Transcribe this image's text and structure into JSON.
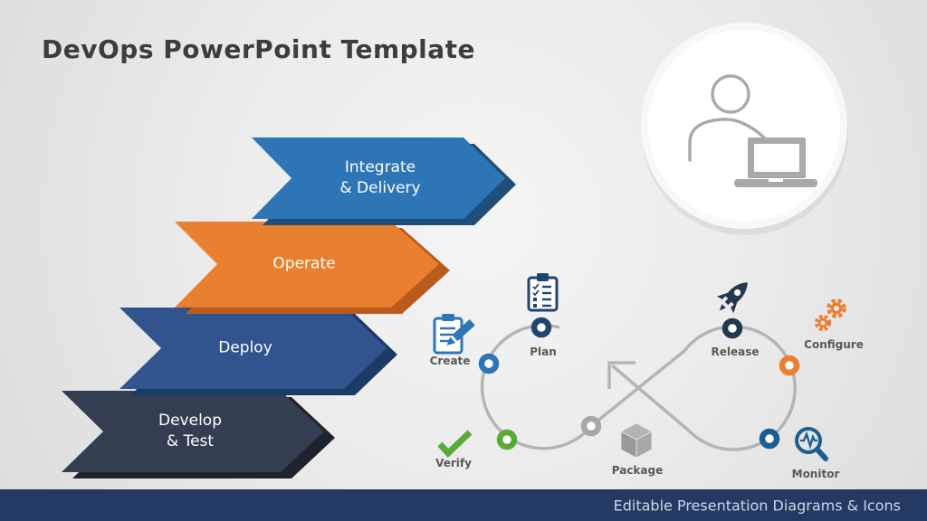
{
  "title": "DevOps PowerPoint Template",
  "footer": {
    "text": "Editable Presentation Diagrams & Icons",
    "background": "#243a63",
    "text_color": "#ccd5e5"
  },
  "chevrons": [
    {
      "line1": "Integrate",
      "line2": "& Delivery",
      "color": "#2e75b6",
      "bevel": "#1f4e79"
    },
    {
      "line1": "Operate",
      "line2": "",
      "color": "#e8802f",
      "bevel": "#bc5a1d"
    },
    {
      "line1": "Deploy",
      "line2": "",
      "color": "#31548f",
      "bevel": "#1c3a66"
    },
    {
      "line1": "Develop",
      "line2": "& Test",
      "color": "#333f50",
      "bevel": "#1d242e"
    }
  ],
  "hero": {
    "icon": "person-at-laptop-icon",
    "circle_color": "#ffffff",
    "icon_color": "#a9a9a9"
  },
  "loop": {
    "line_color": "#b5b5b5",
    "stages": [
      {
        "label": "Create",
        "icon": "clipboard-pencil-icon",
        "color": "#2e75b6"
      },
      {
        "label": "Plan",
        "icon": "clipboard-checklist-icon",
        "color": "#20456e"
      },
      {
        "label": "Verify",
        "icon": "checkmark-icon",
        "color": "#58ab35"
      },
      {
        "label": "Package",
        "icon": "package-box-icon",
        "color": "#a8a8a8"
      },
      {
        "label": "Release",
        "icon": "rocket-icon",
        "color": "#243850"
      },
      {
        "label": "Configure",
        "icon": "gears-icon",
        "color": "#ed7d31"
      },
      {
        "label": "Monitor",
        "icon": "magnifier-pulse-icon",
        "color": "#1e5d93"
      }
    ]
  }
}
